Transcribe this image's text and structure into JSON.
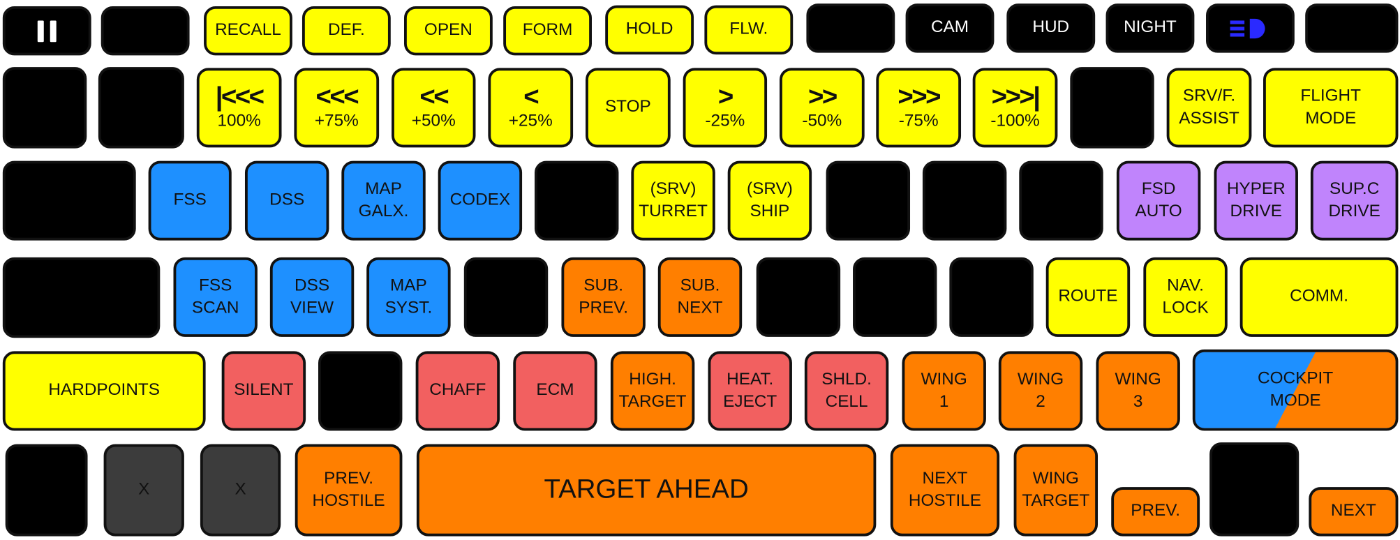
{
  "colors": {
    "black": "#000000",
    "yellow": "#ffff00",
    "blue": "#1e90ff",
    "purple": "#c084fc",
    "orange": "#ff7f00",
    "red": "#f26060",
    "gray": "#3c3c3c",
    "headlight_icon": "#2a2aff"
  },
  "row1": {
    "pause_icon": "pause-icon",
    "recall": "RECALL",
    "def": "DEF.",
    "open": "OPEN",
    "form": "FORM",
    "hold": "HOLD",
    "flw": "FLW.",
    "cam": "CAM",
    "hud": "HUD",
    "night": "NIGHT",
    "headlights_icon": "headlights-icon"
  },
  "row2": {
    "throttle_rev_100": {
      "glyph": "|<<<",
      "label": "100%"
    },
    "throttle_rev_75": {
      "glyph": "<<<",
      "label": "+75%"
    },
    "throttle_rev_50": {
      "glyph": "<<",
      "label": "+50%"
    },
    "throttle_rev_25": {
      "glyph": "<",
      "label": "+25%"
    },
    "stop": "STOP",
    "throttle_fwd_25": {
      "glyph": ">",
      "label": "-25%"
    },
    "throttle_fwd_50": {
      "glyph": ">>",
      "label": "-50%"
    },
    "throttle_fwd_75": {
      "glyph": ">>>",
      "label": "-75%"
    },
    "throttle_fwd_100": {
      "glyph": ">>>|",
      "label": "-100%"
    },
    "srv_assist": [
      "SRV/F.",
      "ASSIST"
    ],
    "flight_mode": [
      "FLIGHT",
      "MODE"
    ]
  },
  "row3": {
    "fss": "FSS",
    "dss": "DSS",
    "map_galaxy": [
      "MAP",
      "GALX."
    ],
    "codex": "CODEX",
    "srv_turret": [
      "(SRV)",
      "TURRET"
    ],
    "srv_ship": [
      "(SRV)",
      "SHIP"
    ],
    "fsd_auto": [
      "FSD",
      "AUTO"
    ],
    "hyper_drive": [
      "HYPER",
      "DRIVE"
    ],
    "supercruise_drive": [
      "SUP.C",
      "DRIVE"
    ]
  },
  "row4": {
    "fss_scan": [
      "FSS",
      "SCAN"
    ],
    "dss_view": [
      "DSS",
      "VIEW"
    ],
    "map_system": [
      "MAP",
      "SYST."
    ],
    "sub_prev": [
      "SUB.",
      "PREV."
    ],
    "sub_next": [
      "SUB.",
      "NEXT"
    ],
    "route": "ROUTE",
    "nav_lock": [
      "NAV.",
      "LOCK"
    ],
    "comm": "COMM."
  },
  "row5": {
    "hardpoints": "HARDPOINTS",
    "silent": "SILENT",
    "chaff": "CHAFF",
    "ecm": "ECM",
    "high_target": [
      "HIGH.",
      "TARGET"
    ],
    "heat_eject": [
      "HEAT.",
      "EJECT"
    ],
    "shield_cell": [
      "SHLD.",
      "CELL"
    ],
    "wing_1": [
      "WING",
      "1"
    ],
    "wing_2": [
      "WING",
      "2"
    ],
    "wing_3": [
      "WING",
      "3"
    ],
    "cockpit_mode": [
      "COCKPIT",
      "MODE"
    ]
  },
  "row6": {
    "x_left": "X",
    "x_right": "X",
    "prev_hostile": [
      "PREV.",
      "HOSTILE"
    ],
    "target_ahead": "TARGET AHEAD",
    "next_hostile": [
      "NEXT",
      "HOSTILE"
    ],
    "wing_target": [
      "WING",
      "TARGET"
    ],
    "prev": "PREV.",
    "next": "NEXT"
  }
}
